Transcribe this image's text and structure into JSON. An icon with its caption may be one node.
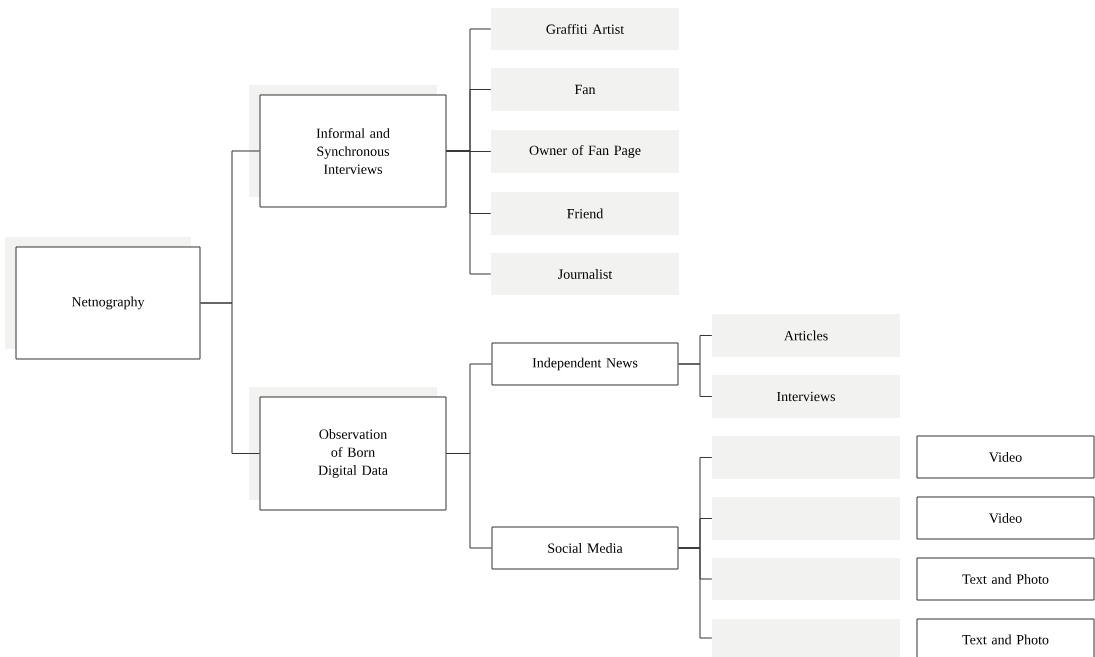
{
  "diagram": {
    "nodes": [
      {
        "text": [
          "Netnography"
        ]
      },
      {
        "text": [
          "Informal and Synchronous Interviews"
        ]
      },
      {
        "text": [
          "Graffiti Artist"
        ]
      },
      {
        "text": [
          "Fan"
        ]
      },
      {
        "text": [
          "Owner of Fan Page"
        ]
      },
      {
        "text": [
          "Friend"
        ]
      },
      {
        "text": [
          "Journalist"
        ]
      },
      {
        "text": [
          "Observation of Born Digital Data"
        ]
      },
      {
        "text": [
          "Independent News"
        ]
      },
      {
        "text": [
          "Articles"
        ]
      },
      {
        "text": [
          "Interviews"
        ]
      },
      {
        "text": [
          "Social Media"
        ]
      },
      {
        "text": [],
        "shape": "box"
      },
      {
        "text": [],
        "shape": "box"
      },
      {
        "text": [],
        "shape": "box"
      },
      {
        "text": [],
        "shape": "box"
      },
      {
        "text": [
          "Video"
        ]
      },
      {
        "text": [
          "Video"
        ]
      },
      {
        "text": [
          "Text and Photo"
        ]
      },
      {
        "text": [
          "Text and Photo"
        ]
      }
    ],
    "edges": [
      {
        "from": 0,
        "to": 1,
        "arrow": "none"
      },
      {
        "from": 0,
        "to": 7,
        "arrow": "none"
      },
      {
        "from": 1,
        "to": 2,
        "arrow": "none"
      },
      {
        "from": 1,
        "to": 3,
        "arrow": "none"
      },
      {
        "from": 1,
        "to": 4,
        "arrow": "none"
      },
      {
        "from": 1,
        "to": 5,
        "arrow": "none"
      },
      {
        "from": 1,
        "to": 6,
        "arrow": "none"
      },
      {
        "from": 7,
        "to": 8,
        "arrow": "none"
      },
      {
        "from": 7,
        "to": 11,
        "arrow": "none"
      },
      {
        "from": 8,
        "to": 9,
        "arrow": "none"
      },
      {
        "from": 8,
        "to": 10,
        "arrow": "none"
      },
      {
        "from": 11,
        "to": 12,
        "arrow": "none"
      },
      {
        "from": 11,
        "to": 13,
        "arrow": "none"
      },
      {
        "from": 11,
        "to": 14,
        "arrow": "none"
      },
      {
        "from": 11,
        "to": 15,
        "arrow": "none"
      }
    ]
  }
}
